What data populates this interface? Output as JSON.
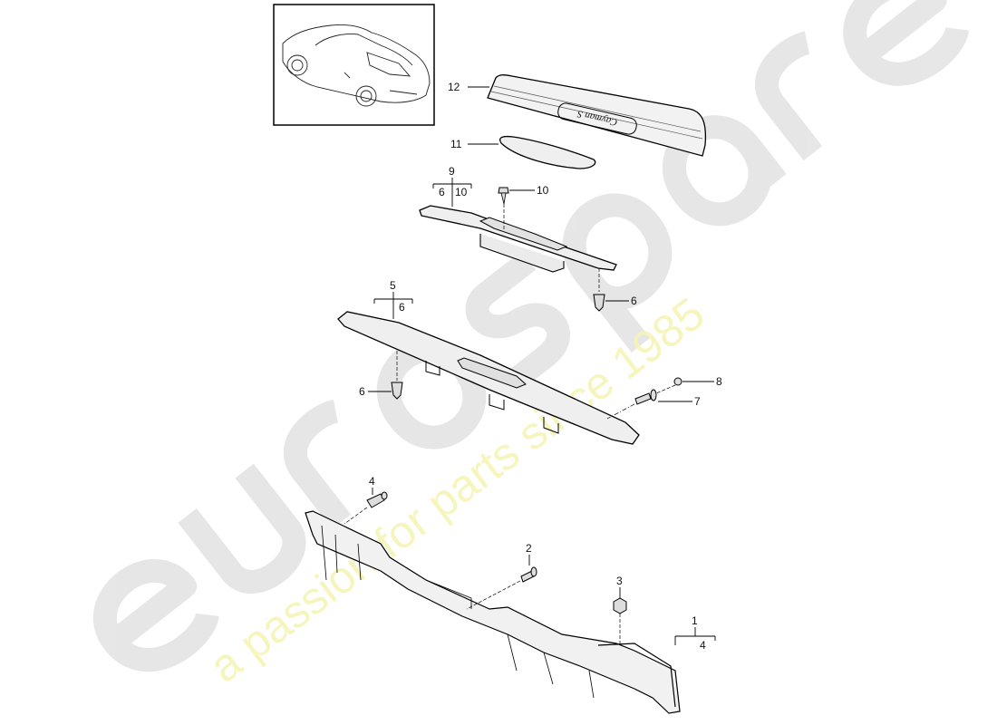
{
  "diagram": {
    "type": "exploded-parts-diagram",
    "subject": "interior trim / door sill panels",
    "watermark": {
      "brand": "eurospares",
      "tagline": "a passion for parts since 1985",
      "brand_color": "#e6e6e6",
      "tagline_color": "#f5f3b4"
    },
    "thumbnail": {
      "label": "car-overview-thumbnail"
    },
    "trim_script": "Cayman S",
    "callouts": [
      {
        "id": "c12",
        "label": "12"
      },
      {
        "id": "c11",
        "label": "11"
      },
      {
        "id": "c9",
        "label": "9",
        "sub": [
          "6",
          "10"
        ]
      },
      {
        "id": "c10",
        "label": "10"
      },
      {
        "id": "c6a",
        "label": "6"
      },
      {
        "id": "c5",
        "label": "5",
        "sub": [
          "6"
        ]
      },
      {
        "id": "c6b",
        "label": "6"
      },
      {
        "id": "c8",
        "label": "8"
      },
      {
        "id": "c7",
        "label": "7"
      },
      {
        "id": "c4",
        "label": "4"
      },
      {
        "id": "c2",
        "label": "2"
      },
      {
        "id": "c3",
        "label": "3"
      },
      {
        "id": "c1",
        "label": "1",
        "sub": [
          "4"
        ]
      }
    ]
  }
}
